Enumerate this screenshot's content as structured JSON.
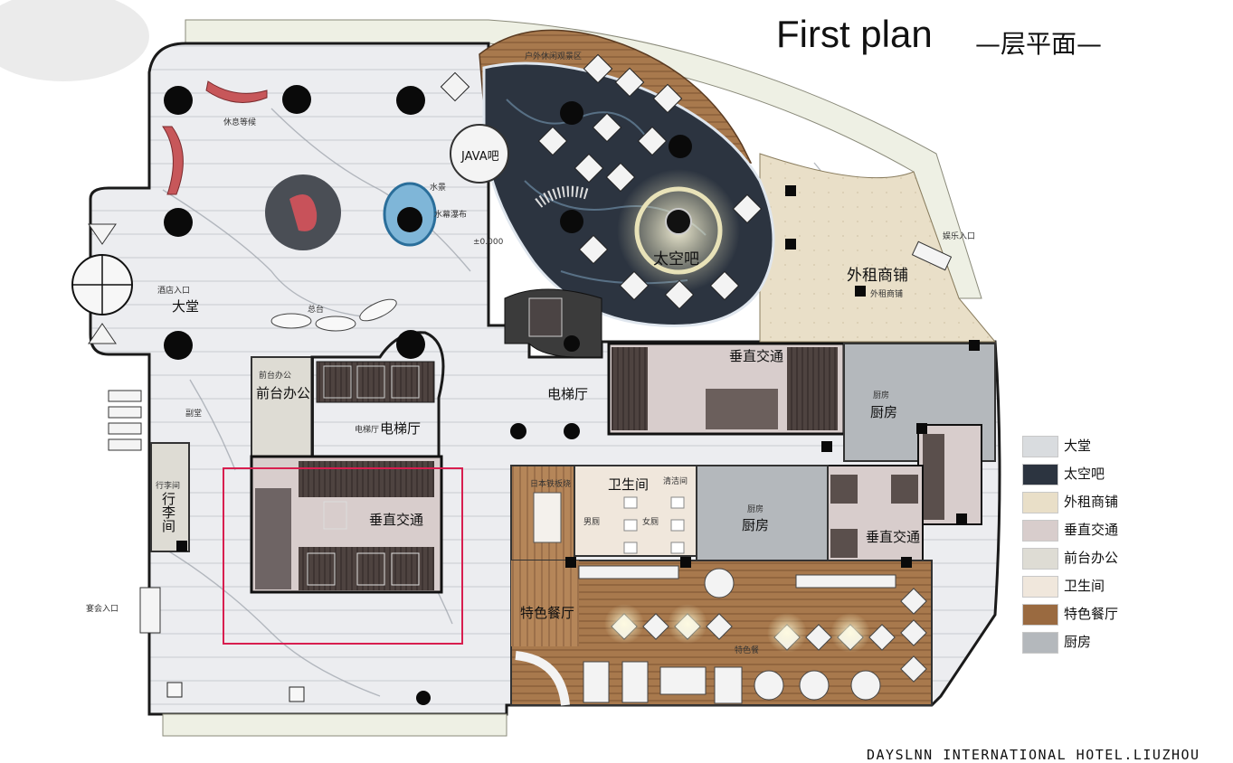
{
  "title": "First plan",
  "title_cn": "—层平面—",
  "footer": "DAYSLNN INTERNATIONAL HOTEL.LIUZHOU",
  "rooms": {
    "lobby": "大堂",
    "hotel_entrance": "酒店入口",
    "rest_area": "休息等候",
    "java_bar": "JAVA吧",
    "space_bar": "太空吧",
    "outdoor_area": "户外休闲观景区",
    "elevation": "±0.000",
    "water_feature": "水景",
    "waterfall": "水幕瀑布",
    "reception": "总台",
    "rental_shop": "外租商铺",
    "rental_shop_small": "外租商铺",
    "ent_entrance": "娱乐入口",
    "front_office_small": "前台办公",
    "front_office": "前台办公",
    "elevator_hall_small": "电梯厅",
    "elevator_hall": "电梯厅",
    "elevator_hall_2": "电梯厅",
    "vertical_traffic_1": "垂直交通",
    "vertical_traffic_2": "垂直交通",
    "vertical_traffic_3": "垂直交通",
    "kitchen_small_1": "厨房",
    "kitchen_1": "厨房",
    "kitchen_small_2": "厨房",
    "kitchen_2": "厨房",
    "luggage_small": "行李间",
    "luggage": "行李间",
    "vice_lobby": "副堂",
    "banquet_entrance": "宴会入口",
    "buffet": "日本铁板烧",
    "restroom": "卫生间",
    "mens": "男厕",
    "womens": "女厕",
    "pantry": "清洁间",
    "feature_restaurant": "特色餐厅",
    "feature_small": "特色餐"
  },
  "legend": [
    {
      "label": "大堂",
      "color": "#d9dcdf"
    },
    {
      "label": "太空吧",
      "color": "#2c3440"
    },
    {
      "label": "外租商铺",
      "color": "#e9dfc8"
    },
    {
      "label": "垂直交通",
      "color": "#d8cdcc"
    },
    {
      "label": "前台办公",
      "color": "#dedcd4"
    },
    {
      "label": "卫生间",
      "color": "#f0e7dc"
    },
    {
      "label": "特色餐厅",
      "color": "#9a6a40"
    },
    {
      "label": "厨房",
      "color": "#b4b8bc"
    }
  ],
  "colors": {
    "marble": "#e7e9ec",
    "outline": "#2a2a2a",
    "space_bar": "#2c3440",
    "wood": "#a8794d",
    "rental": "#e9dfc8",
    "highlight": "#d81e4f",
    "pillar": "#0a0a0a"
  }
}
